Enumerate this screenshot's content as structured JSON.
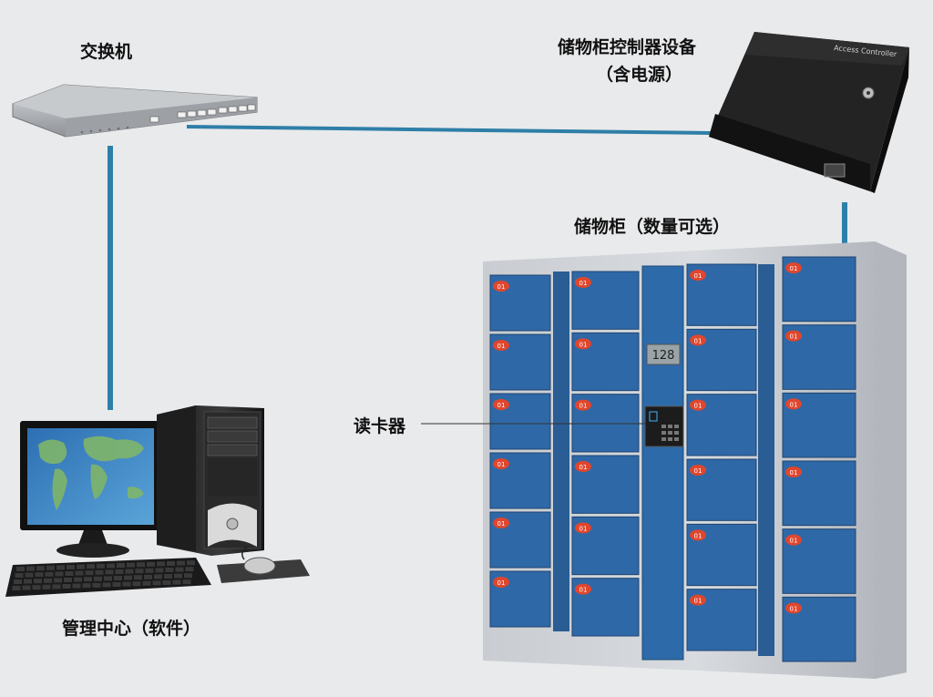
{
  "labels": {
    "switch": "交换机",
    "controller_line1": "储物柜控制器设备",
    "controller_line2": "（含电源）",
    "cabinet": "储物柜（数量可选）",
    "card_reader": "读卡器",
    "management": "管理中心（软件）"
  },
  "devices": {
    "controller_brand": "Access Controller",
    "cabinet_display": "128",
    "locker_number": "01"
  },
  "colors": {
    "cable": "#2e7fa8",
    "locker_door": "#2f68a6",
    "cabinet_frame": "#b8bcc2",
    "label_badge": "#e0462d",
    "controller_body": "#181818"
  }
}
